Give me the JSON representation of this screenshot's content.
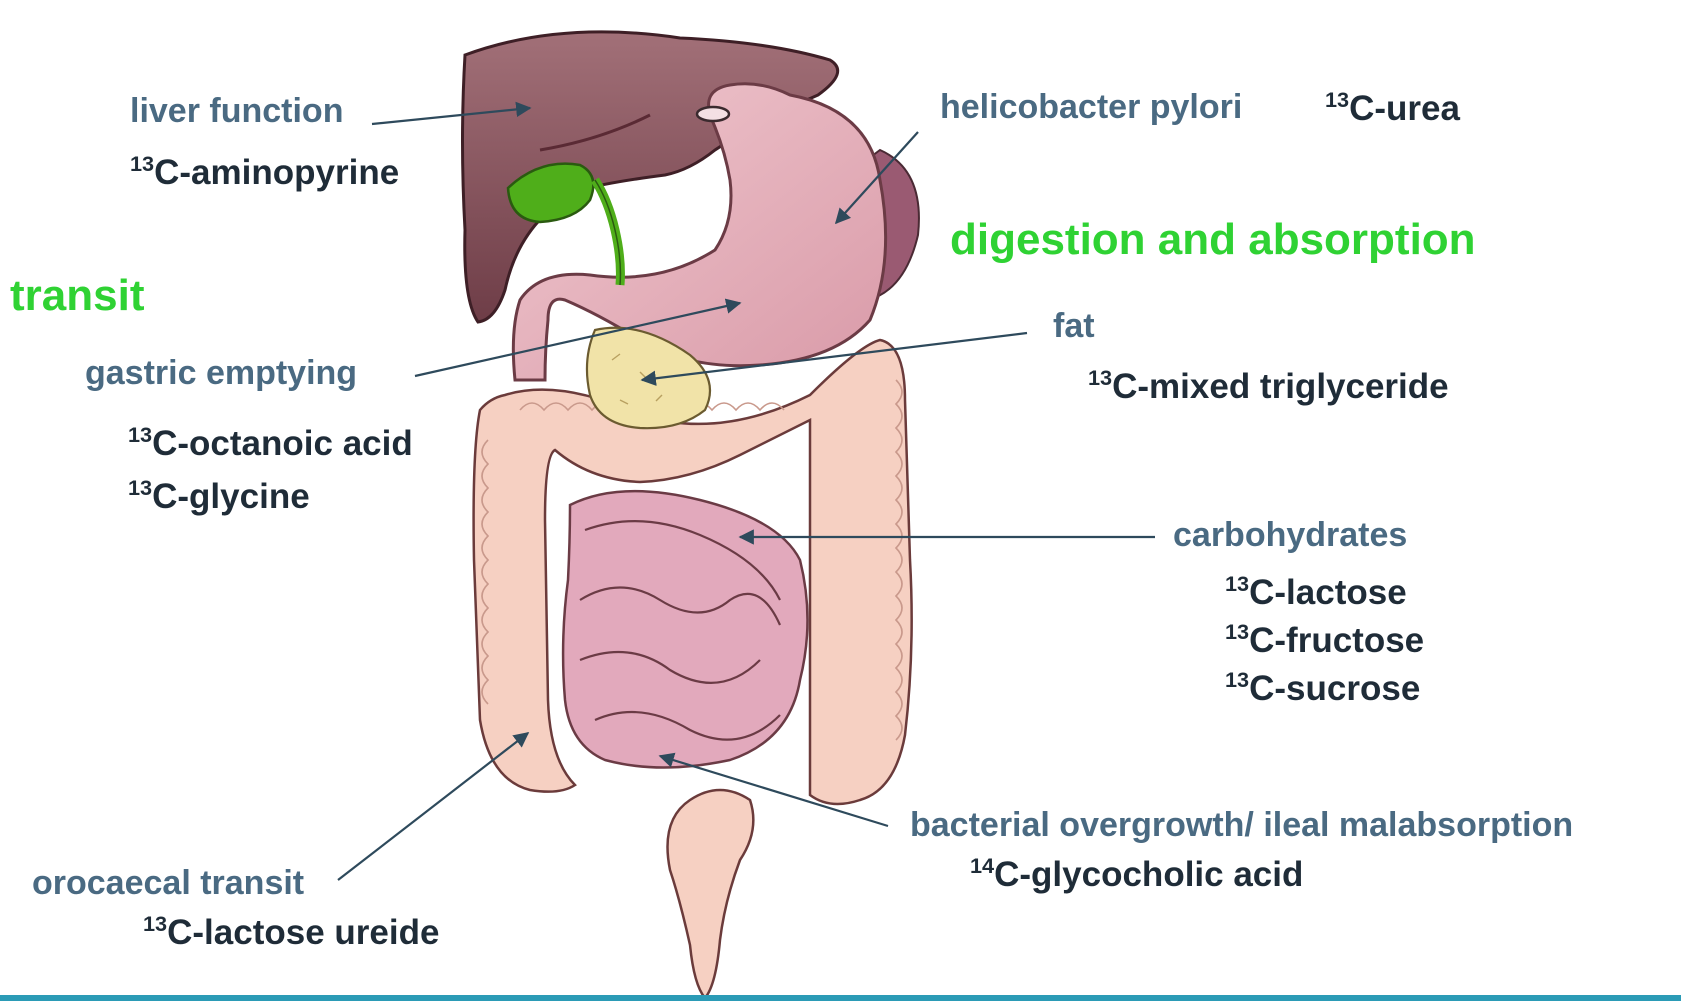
{
  "sections": {
    "transit": "transit",
    "digestion": "digestion and absorption"
  },
  "tests": {
    "liver": {
      "label": "liver function",
      "compound": {
        "isotope": "13",
        "name": "C-aminopyrine"
      }
    },
    "hpylori": {
      "label": "helicobacter pylori",
      "compound": {
        "isotope": "13",
        "name": "C-urea"
      }
    },
    "gastric": {
      "label": "gastric emptying",
      "compounds": [
        {
          "isotope": "13",
          "name": "C-octanoic acid"
        },
        {
          "isotope": "13",
          "name": "C-glycine"
        }
      ]
    },
    "fat": {
      "label": "fat",
      "compound": {
        "isotope": "13",
        "name": "C-mixed triglyceride"
      }
    },
    "carbohydrates": {
      "label": "carbohydrates",
      "compounds": [
        {
          "isotope": "13",
          "name": "C-lactose"
        },
        {
          "isotope": "13",
          "name": "C-fructose"
        },
        {
          "isotope": "13",
          "name": "C-sucrose"
        }
      ]
    },
    "bacterial": {
      "label": "bacterial overgrowth/ ileal malabsorption",
      "compound": {
        "isotope": "14",
        "name": "C-glycocholic acid"
      }
    },
    "orocaecal": {
      "label": "orocaecal transit",
      "compound": {
        "isotope": "13",
        "name": "C-lactose ureide"
      }
    }
  },
  "colors": {
    "category_text": "#4a6a82",
    "compound_text": "#1f2c38",
    "section_text": "#2fd233",
    "arrow": "#2e4a5c",
    "footer_bar": "#2b9bb6",
    "liver": "#8a5a63",
    "gallbladder": "#4fae1a",
    "stomach": "#e7b3bd",
    "pancreas": "#f1e3a8",
    "colon": "#f6d0c2",
    "small_intestine": "#e2a9bc"
  }
}
